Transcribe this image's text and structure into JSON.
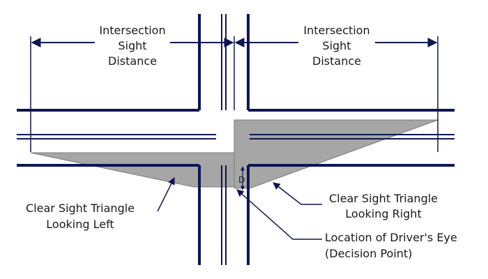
{
  "colors": {
    "road": "#0d1650",
    "triangle_fill": "#a6a6a6",
    "triangle_stroke": "#7a7a7a",
    "text": "#1a1a1a",
    "background": "#ffffff"
  },
  "labels": {
    "left_distance": {
      "line1": "Intersection",
      "line2": "Sight",
      "line3": "Distance"
    },
    "right_distance": {
      "line1": "Intersection",
      "line2": "Sight",
      "line3": "Distance"
    },
    "d_marker": "D",
    "left_triangle": {
      "line1": "Clear Sight Triangle",
      "line2": "Looking Left"
    },
    "right_triangle": {
      "line1": "Clear Sight Triangle",
      "line2": "Looking Right"
    },
    "drivers_eye": {
      "line1": "Location of Driver's Eye",
      "line2": "(Decision Point)"
    }
  }
}
